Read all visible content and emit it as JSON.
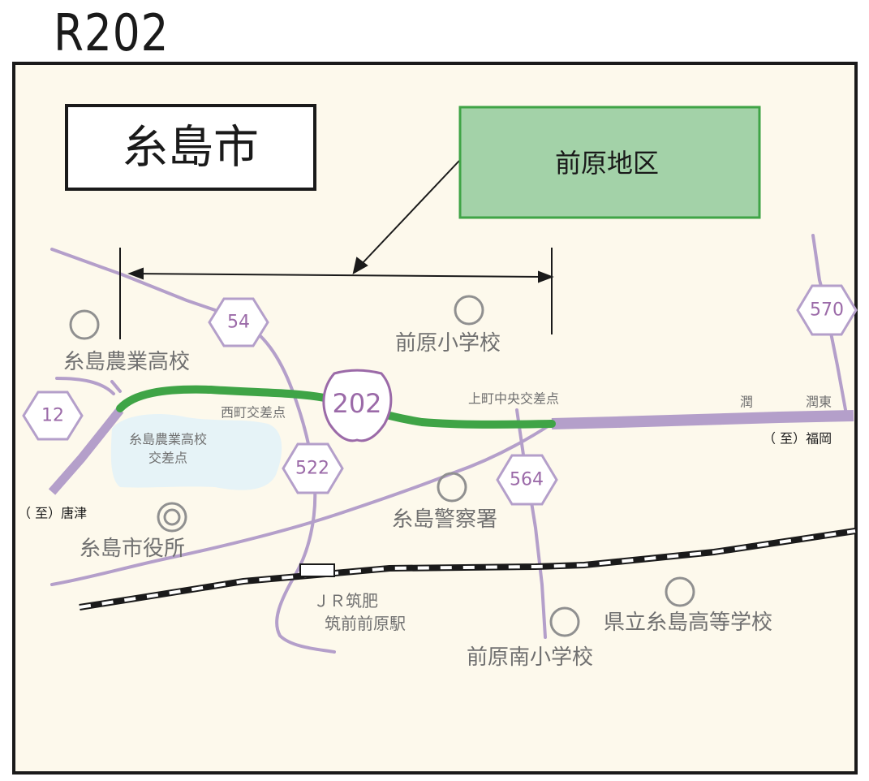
{
  "route": "R202",
  "city": "糸島市",
  "district": "前原地区",
  "route_shields": {
    "main": "202",
    "r54": "54",
    "r12": "12",
    "r522": "522",
    "r564": "564",
    "r570": "570"
  },
  "intersections": {
    "nishimachi": "西町交差点",
    "kamimachi": "上町中央交差点",
    "itoshima_nogyo_line1": "糸島農業高校",
    "itoshima_nogyo_line2": "交差点"
  },
  "directions": {
    "karatsu": "（ 至）唐津",
    "fukuoka": "（ 至）福岡"
  },
  "places": {
    "itoshima_nogyo": "糸島農業高校",
    "maebaru_elem": "前原小学校",
    "police": "糸島警察署",
    "city_hall": "糸島市役所",
    "station_line1": "ＪＲ筑肥",
    "station_line2": "筑前前原駅",
    "maebaru_minami": "前原南小学校",
    "itoshima_hs": "県立糸島高等学校",
    "uru": "潤",
    "uru_higashi": "潤東"
  },
  "colors": {
    "background": "#fdf9ec",
    "road": "#b49fca",
    "highlight_road": "#3fa446",
    "district_box": "#a3d2a8",
    "district_border": "#3fa446",
    "water": "#e6f3f7"
  }
}
